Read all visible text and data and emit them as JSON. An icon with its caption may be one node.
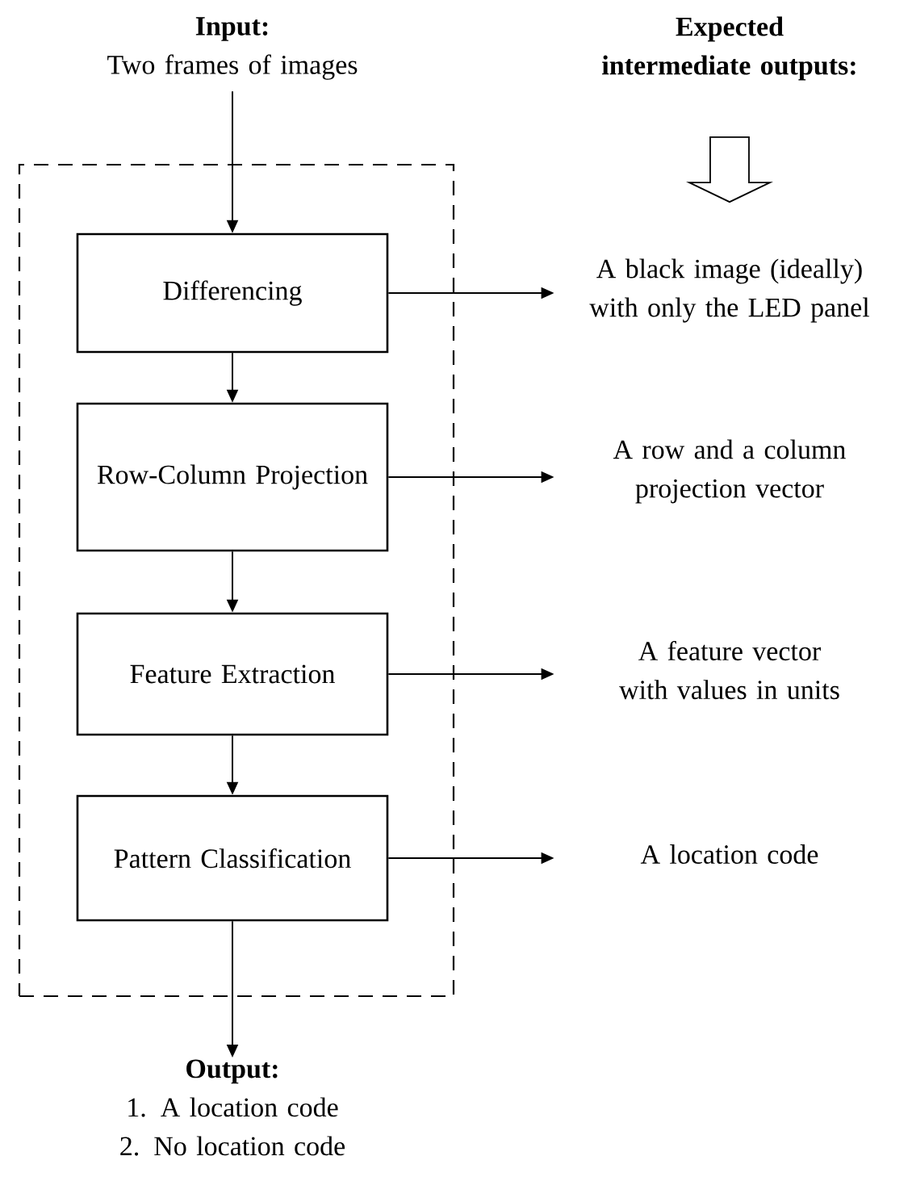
{
  "diagram": {
    "nodes": [
      {
        "text": [],
        "shape": "box"
      },
      {
        "text": [
          "Input:",
          "Two frames of images"
        ]
      },
      {
        "text": [
          "Expected intermediate outputs:"
        ]
      },
      {
        "text": [
          "Differencing"
        ],
        "in": 0
      },
      {
        "text": [
          "Row-Column Projection"
        ],
        "in": 0
      },
      {
        "text": [
          "Feature Extraction"
        ],
        "in": 0
      },
      {
        "text": [
          "Pattern Classification"
        ],
        "in": 0
      },
      {
        "text": [
          "A black image (ideally) with only the LED panel"
        ]
      },
      {
        "text": [
          "A row and a column projection vector"
        ]
      },
      {
        "text": [
          "A feature vector with values in units"
        ]
      },
      {
        "text": [
          "A location code"
        ]
      },
      {
        "text": [
          "Output:",
          "1. A location code",
          "2. No location code"
        ]
      }
    ],
    "edges": [
      {
        "from": 1,
        "to": 3,
        "arrow": "to"
      },
      {
        "from": 3,
        "to": 4,
        "arrow": "to"
      },
      {
        "from": 4,
        "to": 5,
        "arrow": "to"
      },
      {
        "from": 5,
        "to": 6,
        "arrow": "to"
      },
      {
        "from": 6,
        "to": 11,
        "arrow": "to"
      },
      {
        "from": 3,
        "to": 7,
        "arrow": "to"
      },
      {
        "from": 4,
        "to": 8,
        "arrow": "to"
      },
      {
        "from": 5,
        "to": 9,
        "arrow": "to"
      },
      {
        "from": 6,
        "to": 10,
        "arrow": "to"
      },
      {
        "from": 2,
        "to": 7,
        "arrow": "to"
      }
    ]
  }
}
